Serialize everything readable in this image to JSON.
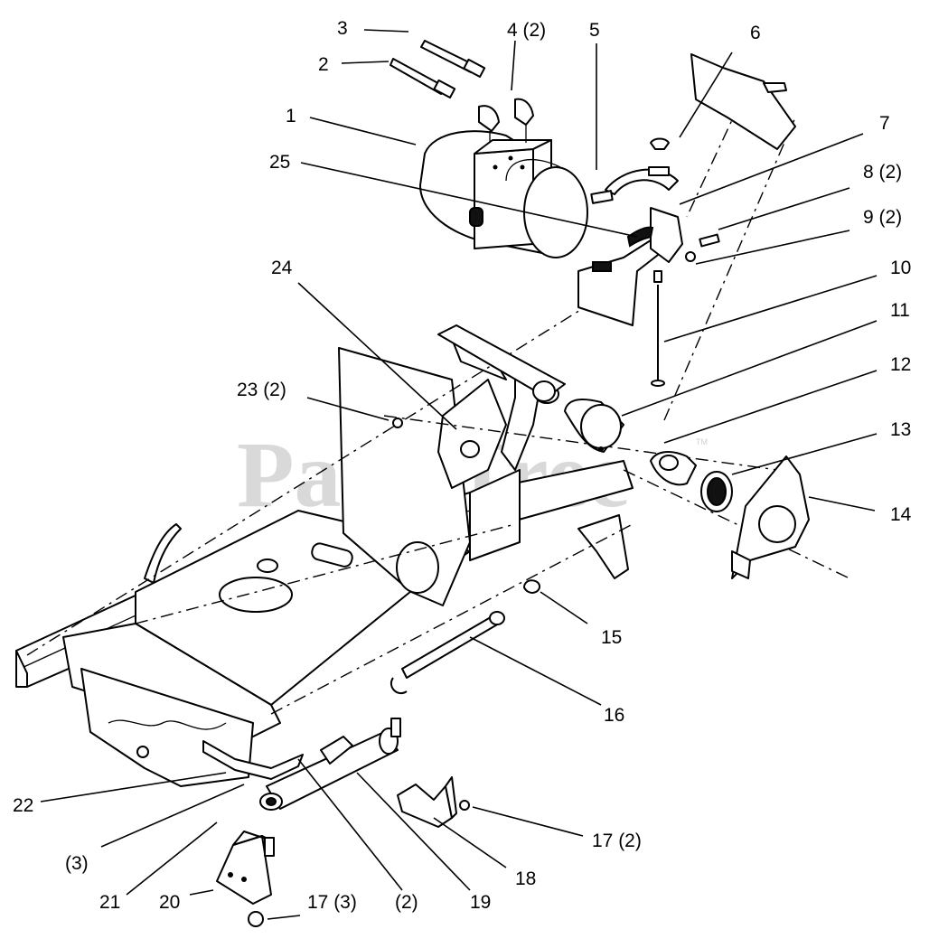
{
  "diagram": {
    "watermark": "PartsTree",
    "trademark": "TM",
    "callouts": [
      {
        "id": "c1",
        "label": "1"
      },
      {
        "id": "c2",
        "label": "2"
      },
      {
        "id": "c3",
        "label": "3"
      },
      {
        "id": "c4",
        "label": "4 (2)"
      },
      {
        "id": "c5",
        "label": "5"
      },
      {
        "id": "c6",
        "label": "6"
      },
      {
        "id": "c7",
        "label": "7"
      },
      {
        "id": "c8",
        "label": "8 (2)"
      },
      {
        "id": "c9",
        "label": "9 (2)"
      },
      {
        "id": "c10",
        "label": "10"
      },
      {
        "id": "c11",
        "label": "11"
      },
      {
        "id": "c12",
        "label": "12"
      },
      {
        "id": "c13",
        "label": "13"
      },
      {
        "id": "c14",
        "label": "14"
      },
      {
        "id": "c15",
        "label": "15"
      },
      {
        "id": "c16",
        "label": "16"
      },
      {
        "id": "c17a",
        "label": "17 (2)"
      },
      {
        "id": "c17b",
        "label": "17 (3)"
      },
      {
        "id": "c18",
        "label": "18"
      },
      {
        "id": "c19",
        "label": "19"
      },
      {
        "id": "c20",
        "label": "20"
      },
      {
        "id": "c21",
        "label": "21"
      },
      {
        "id": "c22",
        "label": "22"
      },
      {
        "id": "c23",
        "label": "23 (2)"
      },
      {
        "id": "c24",
        "label": "24"
      },
      {
        "id": "c25",
        "label": "25"
      },
      {
        "id": "c3b",
        "label": "(3)"
      },
      {
        "id": "c2b",
        "label": "(2)"
      }
    ]
  }
}
